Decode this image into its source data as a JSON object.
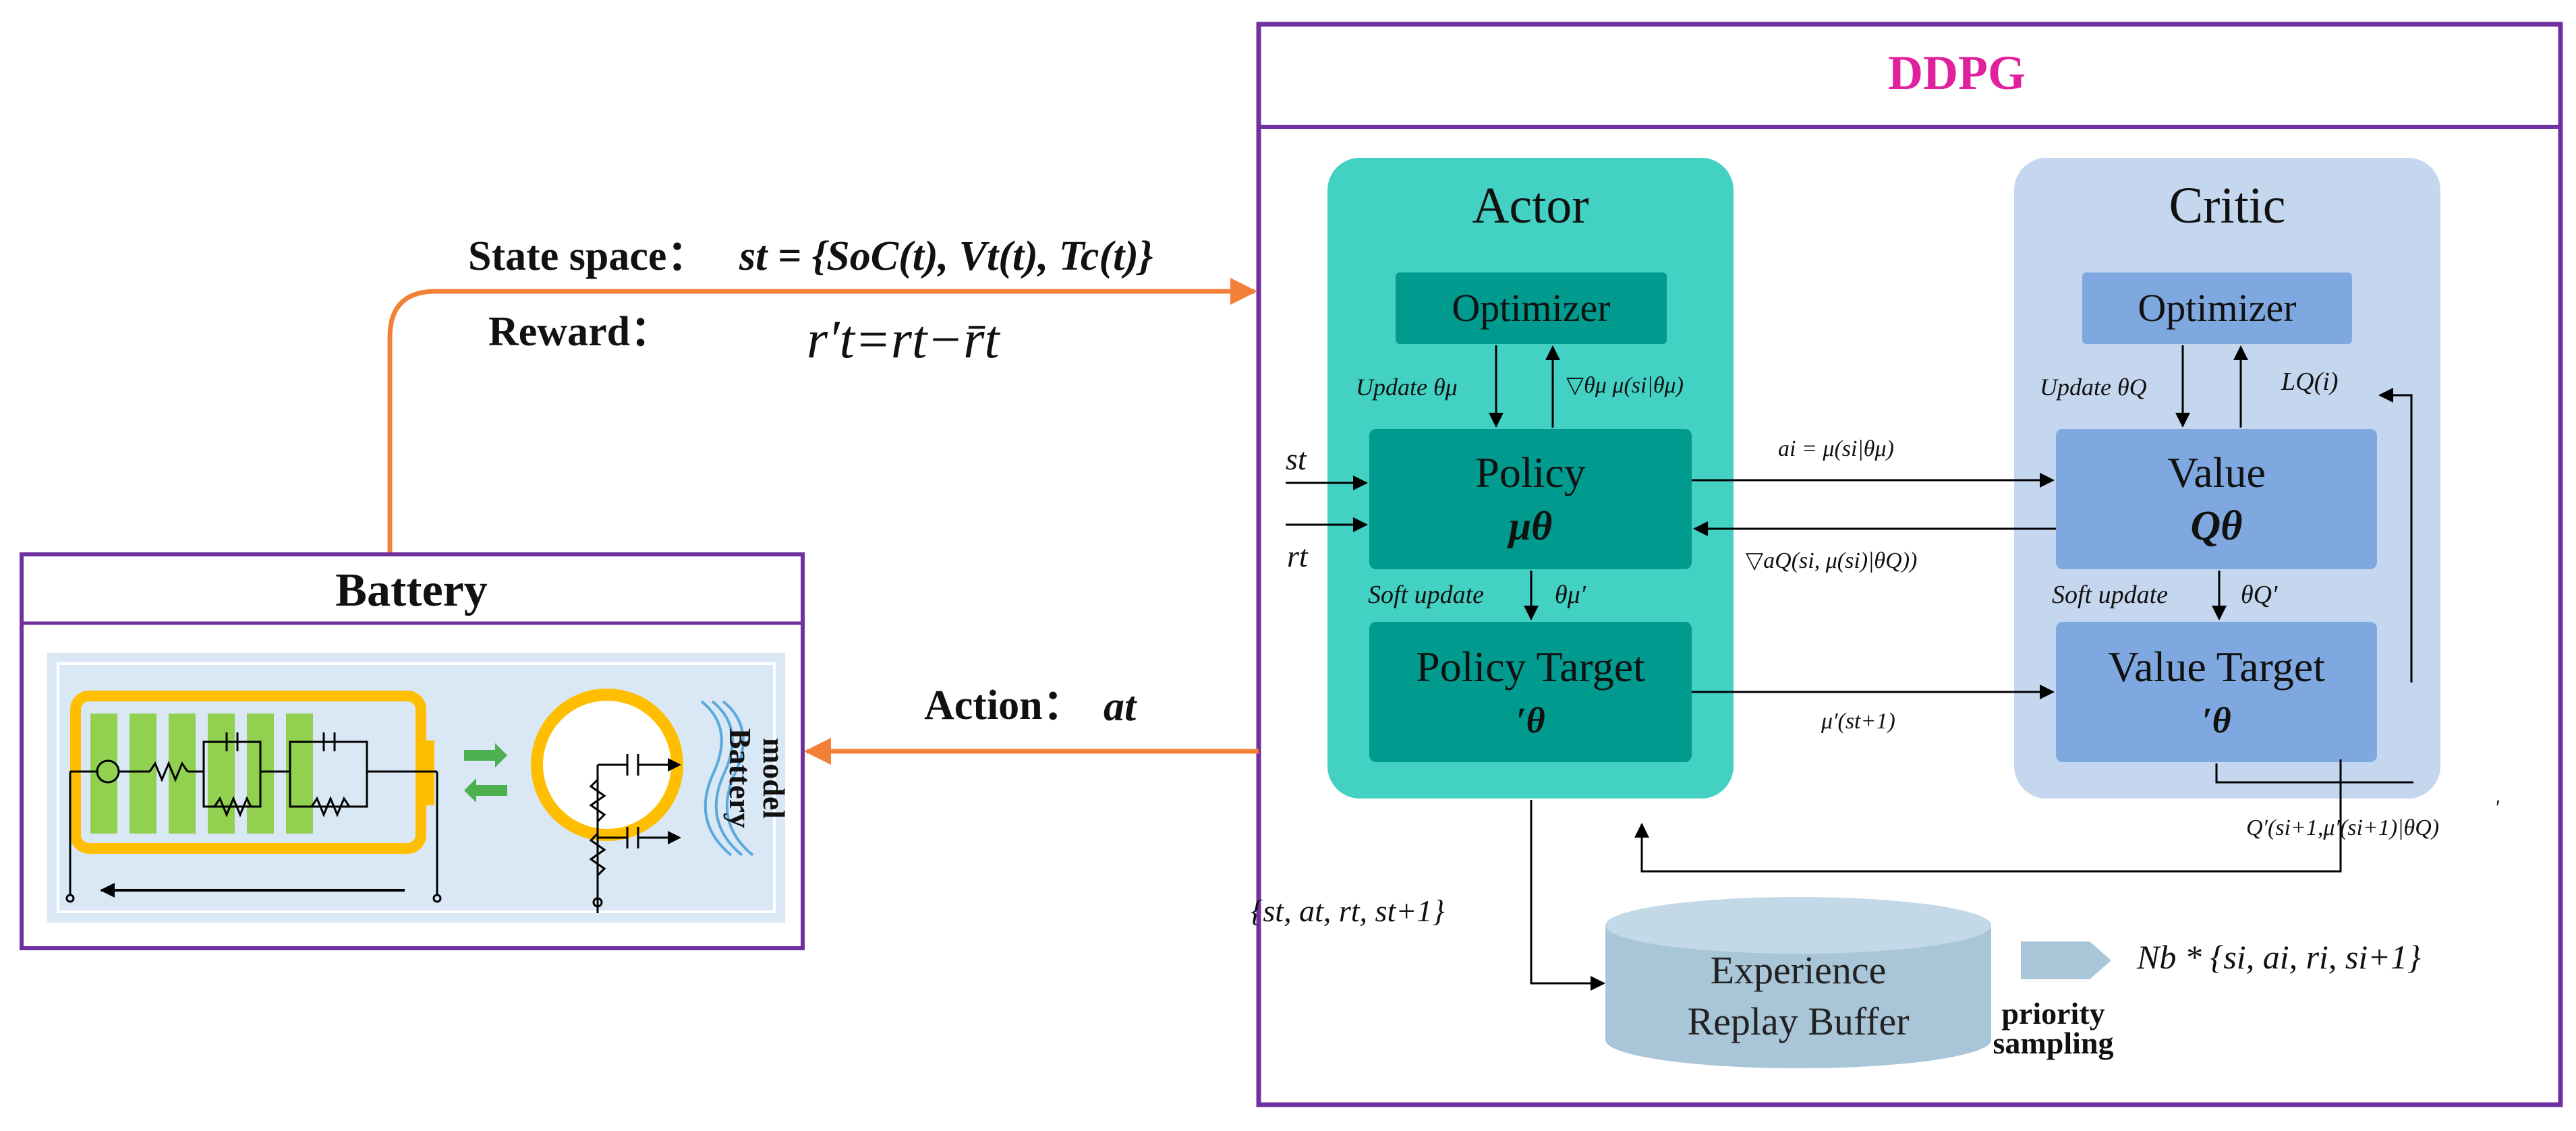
{
  "ddpg": {
    "title": "DDPG",
    "actor": {
      "title": "Actor",
      "optimizer": "Optimizer",
      "policy": "Policy",
      "policy_symbol": "μθ",
      "policy_target": "Policy Target",
      "policy_target_symbol": "′θ",
      "update_label": "Update θμ",
      "gradient_label": "▽θμ μ(si|θμ)",
      "soft_update": "Soft update",
      "soft_theta": "θμ′"
    },
    "critic": {
      "title": "Critic",
      "optimizer": "Optimizer",
      "value": "Value",
      "value_symbol": "Qθ",
      "value_target": "Value Target",
      "value_target_symbol": "′θ",
      "update_label": "Update θQ",
      "loss_label": "LQ(i)",
      "soft_update": "Soft update",
      "soft_theta": "θQ′"
    },
    "inputs": {
      "state": "st",
      "reward": "rt"
    },
    "flows": {
      "action_to_value": "ai = μ(si|θμ)",
      "grad_to_policy": "▽aQ(si, μ(si)|θQ))",
      "target_action": "μ′(st+1)",
      "q_target": "Q′(si+1,μ′(si+1)|θQ)",
      "tick_mark": "′"
    },
    "transition": "{st, at, rt, st+1}",
    "buffer": {
      "line1": "Experience",
      "line2": "Replay Buffer"
    },
    "sampling": {
      "line1": "priority",
      "line2": "sampling"
    },
    "minibatch": "Nb * {si, ai, ri, si+1}"
  },
  "left": {
    "state_label": "State space：",
    "state_formula": "st = {SoC(t), Vt(t), Tc(t)}",
    "reward_label": "Reward：",
    "reward_formula": "r′t=rt−r̄t",
    "action_label": "Action：",
    "action_formula": "at"
  },
  "battery": {
    "title": "Battery",
    "model_label_1": "Battery",
    "model_label_2": "model"
  },
  "colors": {
    "frame_purple": "#7030a0",
    "ddpg_title": "#e0219d",
    "actor_bg": "#42d1c3",
    "actor_box": "#009a8e",
    "critic_bg": "#c5d6ef",
    "critic_box": "#7ea8df",
    "orange_arrow": "#f28036",
    "battery_panel": "#dae8f5",
    "battery_yellow": "#ffbf00",
    "battery_green": "#92d050",
    "buffer": "#a9c5d8",
    "sampling_arrow": "#a9c5d8"
  }
}
